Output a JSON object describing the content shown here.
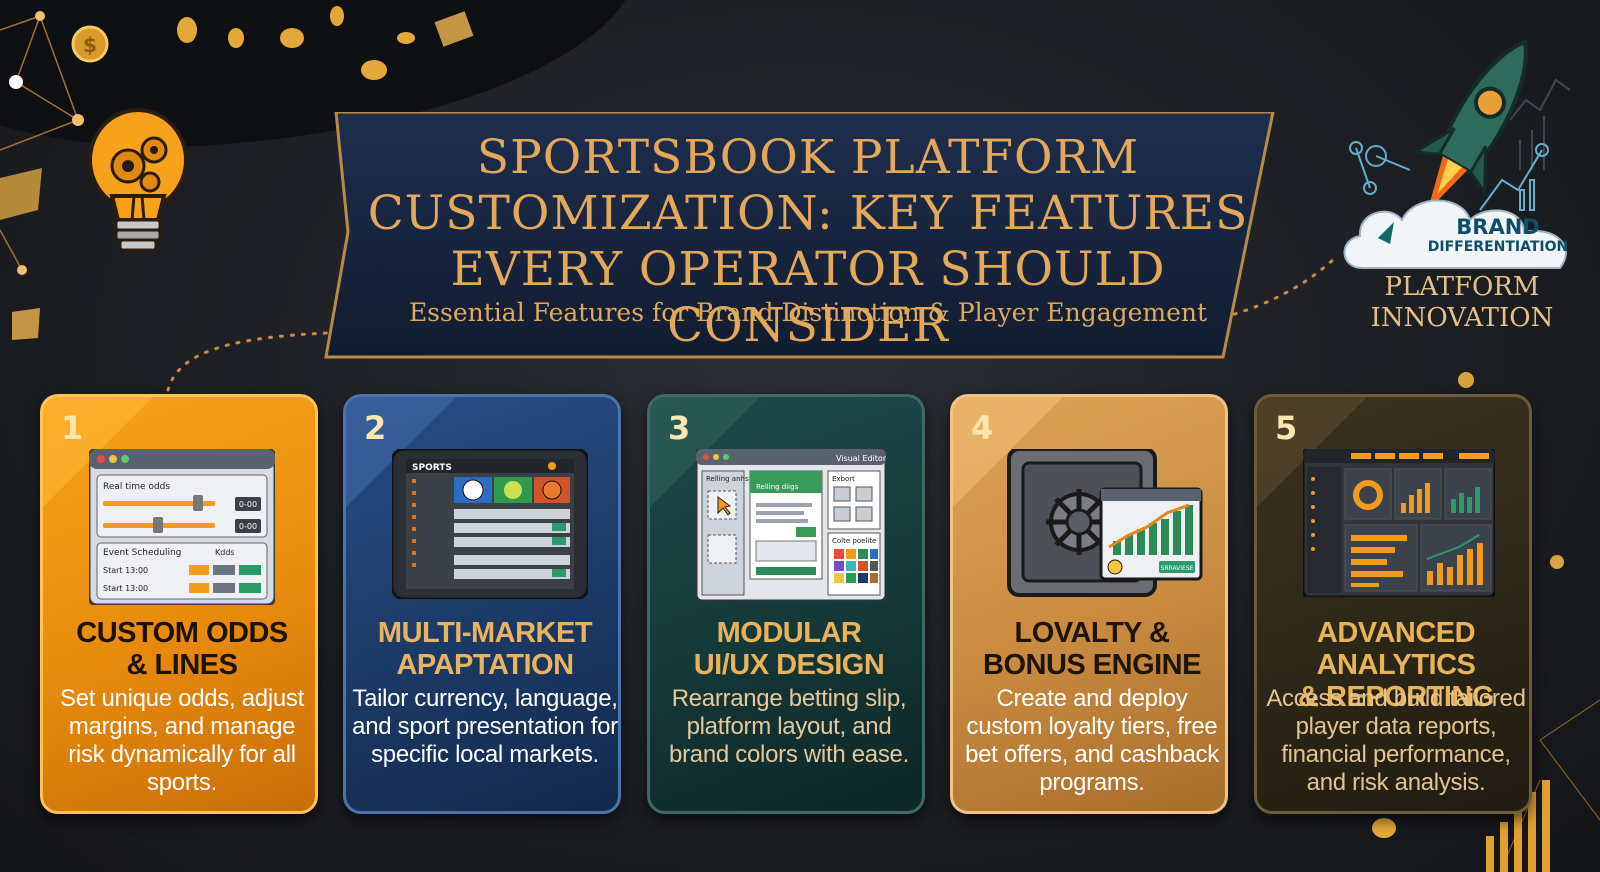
{
  "title": {
    "line1": "SPORTSBOOK PLATFORM",
    "line2": "CUSTOMIZATION: KEY FEATURES",
    "line3": "EVERY OPERATOR SHOULD CONSIDER"
  },
  "subtitle": "Essential Features for Brand Distinction & Player Engagement",
  "brand": {
    "cloud_line1": "BRAND",
    "cloud_line2": "DIFFERENTIATION",
    "caption_line1": "PLATFORM",
    "caption_line2": "INNOVATION"
  },
  "cards": [
    {
      "number": "1",
      "heading_line1": "CUSTOM ODDS",
      "heading_line2": "& LINES",
      "description": "Set unique odds, adjust margins, and manage risk dynamically for all sports.",
      "screen": {
        "panel1": "Real time odds",
        "val1": "0-00",
        "val2": "0-00",
        "panel2": "Event Scheduling",
        "panel2_right": "Kdds",
        "row1": "Start 13:00",
        "row2": "Start 13:00"
      }
    },
    {
      "number": "2",
      "heading_line1": "MULTI-MARKET",
      "heading_line2": "APAPTATION",
      "description": "Tailor currency, language, and sport presentation for specific local markets.",
      "screen": {
        "header": "SPORTS"
      }
    },
    {
      "number": "3",
      "heading_line1": "MODULAR",
      "heading_line2": "UI/UX DESIGN",
      "description": "Rearrange betting slip, platform layout, and brand colors with ease.",
      "screen": {
        "header": "Visual Editor",
        "left": "Relling anhs",
        "mid": "Relling diigs",
        "right": "Exbort",
        "palette": "Colte poelite"
      }
    },
    {
      "number": "4",
      "heading_line1": "LOVALTY &",
      "heading_line2": "BONUS ENGINE",
      "description": "Create and deploy custom loyalty tiers, free bet offers, and cashback programs.",
      "screen": {
        "button": "SRRAVIESE"
      }
    },
    {
      "number": "5",
      "heading_line1": "ADVANCED ANALYTICS",
      "heading_line2": "& REPORTING",
      "description": "Access and build tailored player data reports, financial performance, and risk analysis."
    }
  ],
  "colors": {
    "gold": "#e3a85a",
    "card1": "#f8a31a",
    "card2": "#1c3a67",
    "card3": "#153838",
    "card4": "#c98a40",
    "card5": "#2d2718"
  },
  "icons": [
    "lightbulb-gears-icon",
    "rocket-icon",
    "coin-icon",
    "safe-icon",
    "network-icon"
  ]
}
